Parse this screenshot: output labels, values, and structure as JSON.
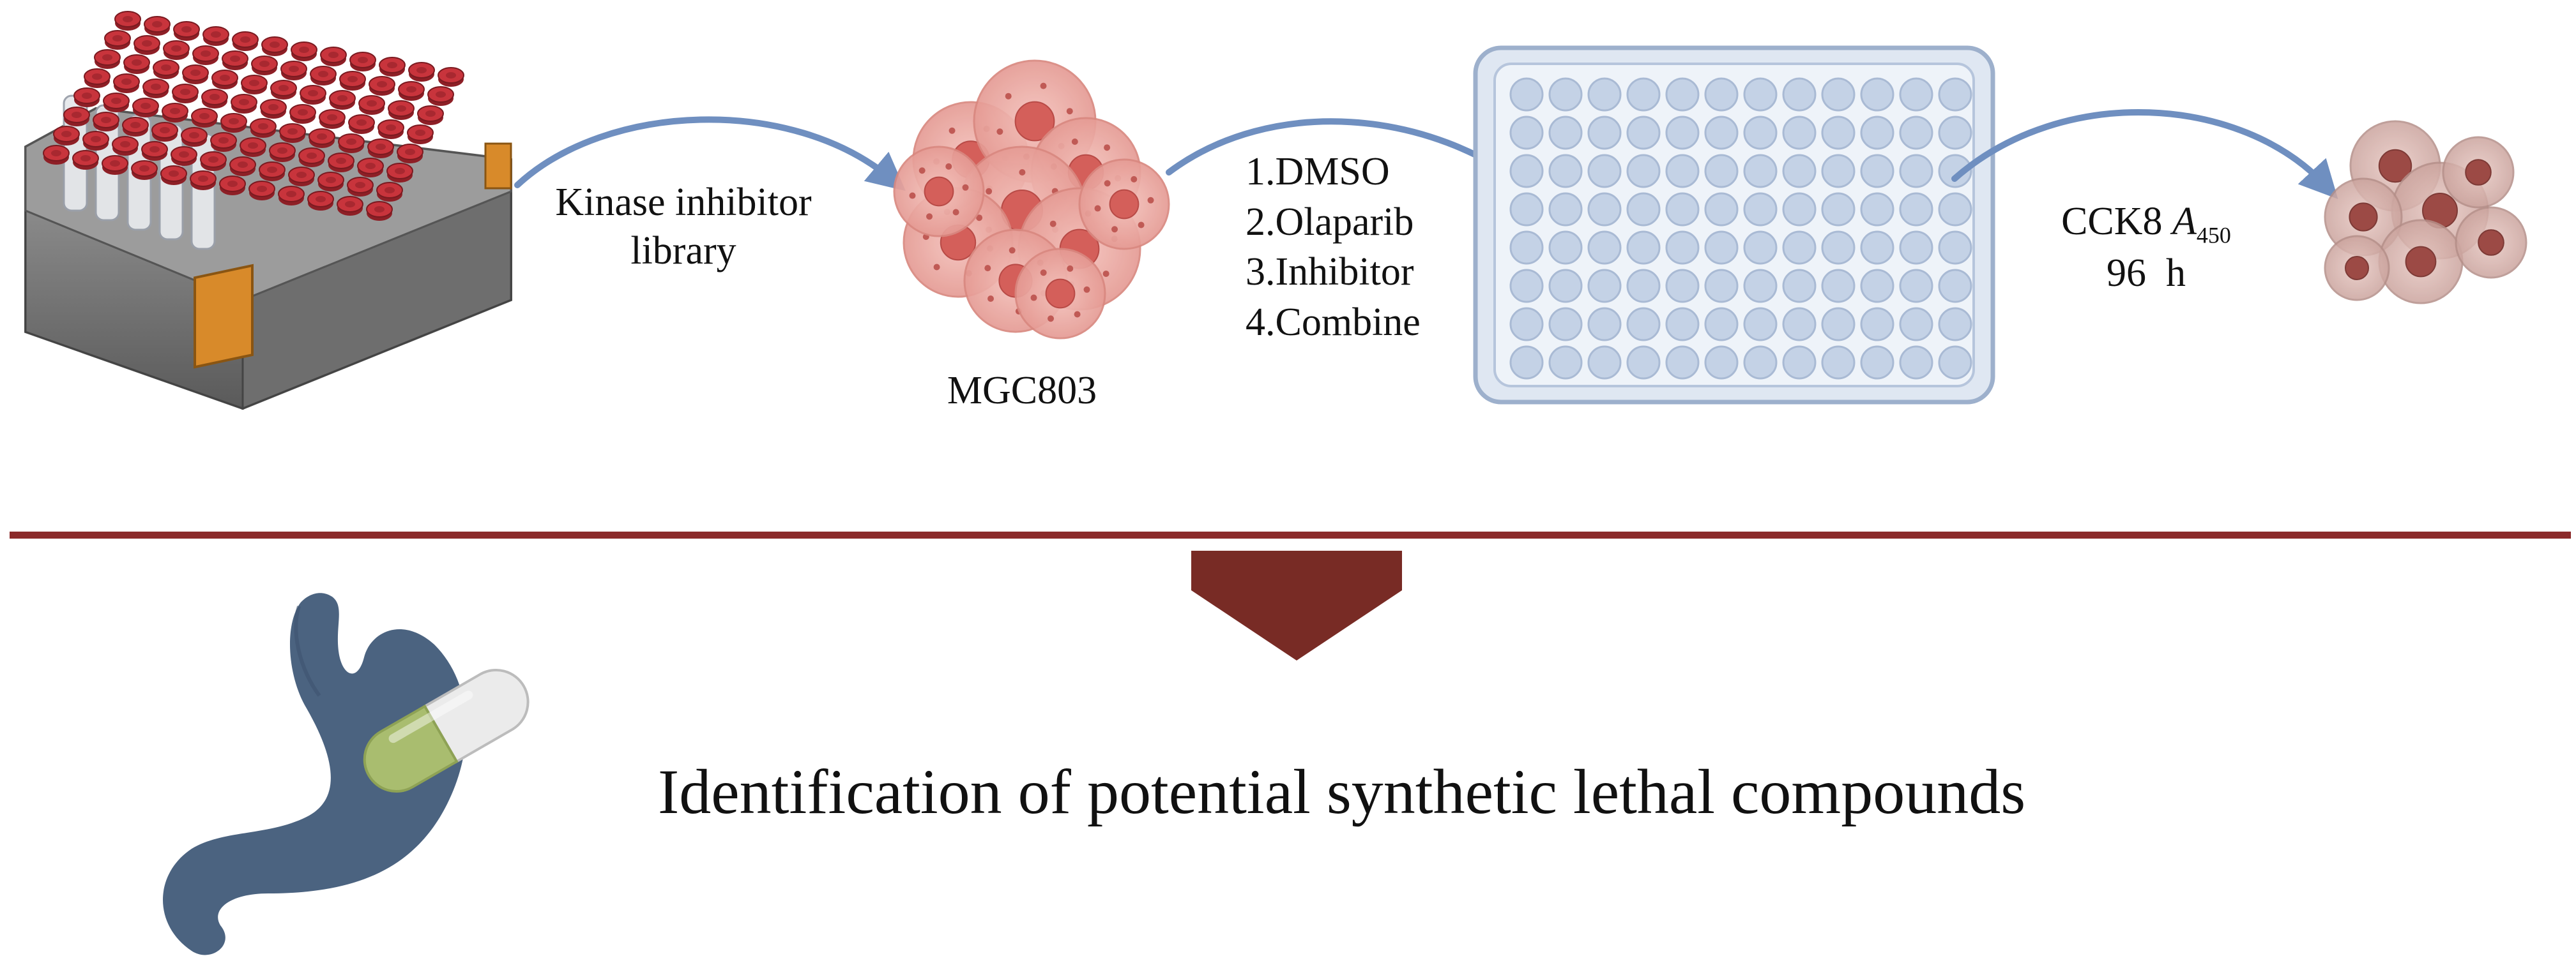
{
  "workflow": {
    "library_label_line1": "Kinase inhibitor",
    "library_label_line2": "library",
    "cell_line": "MGC803",
    "treatments": [
      "1.DMSO",
      "2.Olaparib",
      "3.Inhibitor",
      "4.Combine"
    ],
    "assay_line1_prefix": "CCK8",
    "assay_line1_italic": "A",
    "assay_line1_sub": "450",
    "assay_line2": "96  h"
  },
  "result": {
    "text": "Identification of potential synthetic lethal compounds"
  },
  "icons": [
    "tube-rack-icon",
    "cell-cluster-icon",
    "well-plate-icon",
    "dead-cells-icon",
    "stomach-icon",
    "pill-icon",
    "arrow-icon"
  ],
  "colors": {
    "divider": "#8b2a2a",
    "arrow_down": "#782b25",
    "flow_arrow": "#6f8fc0",
    "tube_cap": "#c8343c",
    "cells": "#e9a39c",
    "plate": "#c4d2e6",
    "stomach": "#4b6380",
    "pill_green": "#a9bd6f"
  }
}
